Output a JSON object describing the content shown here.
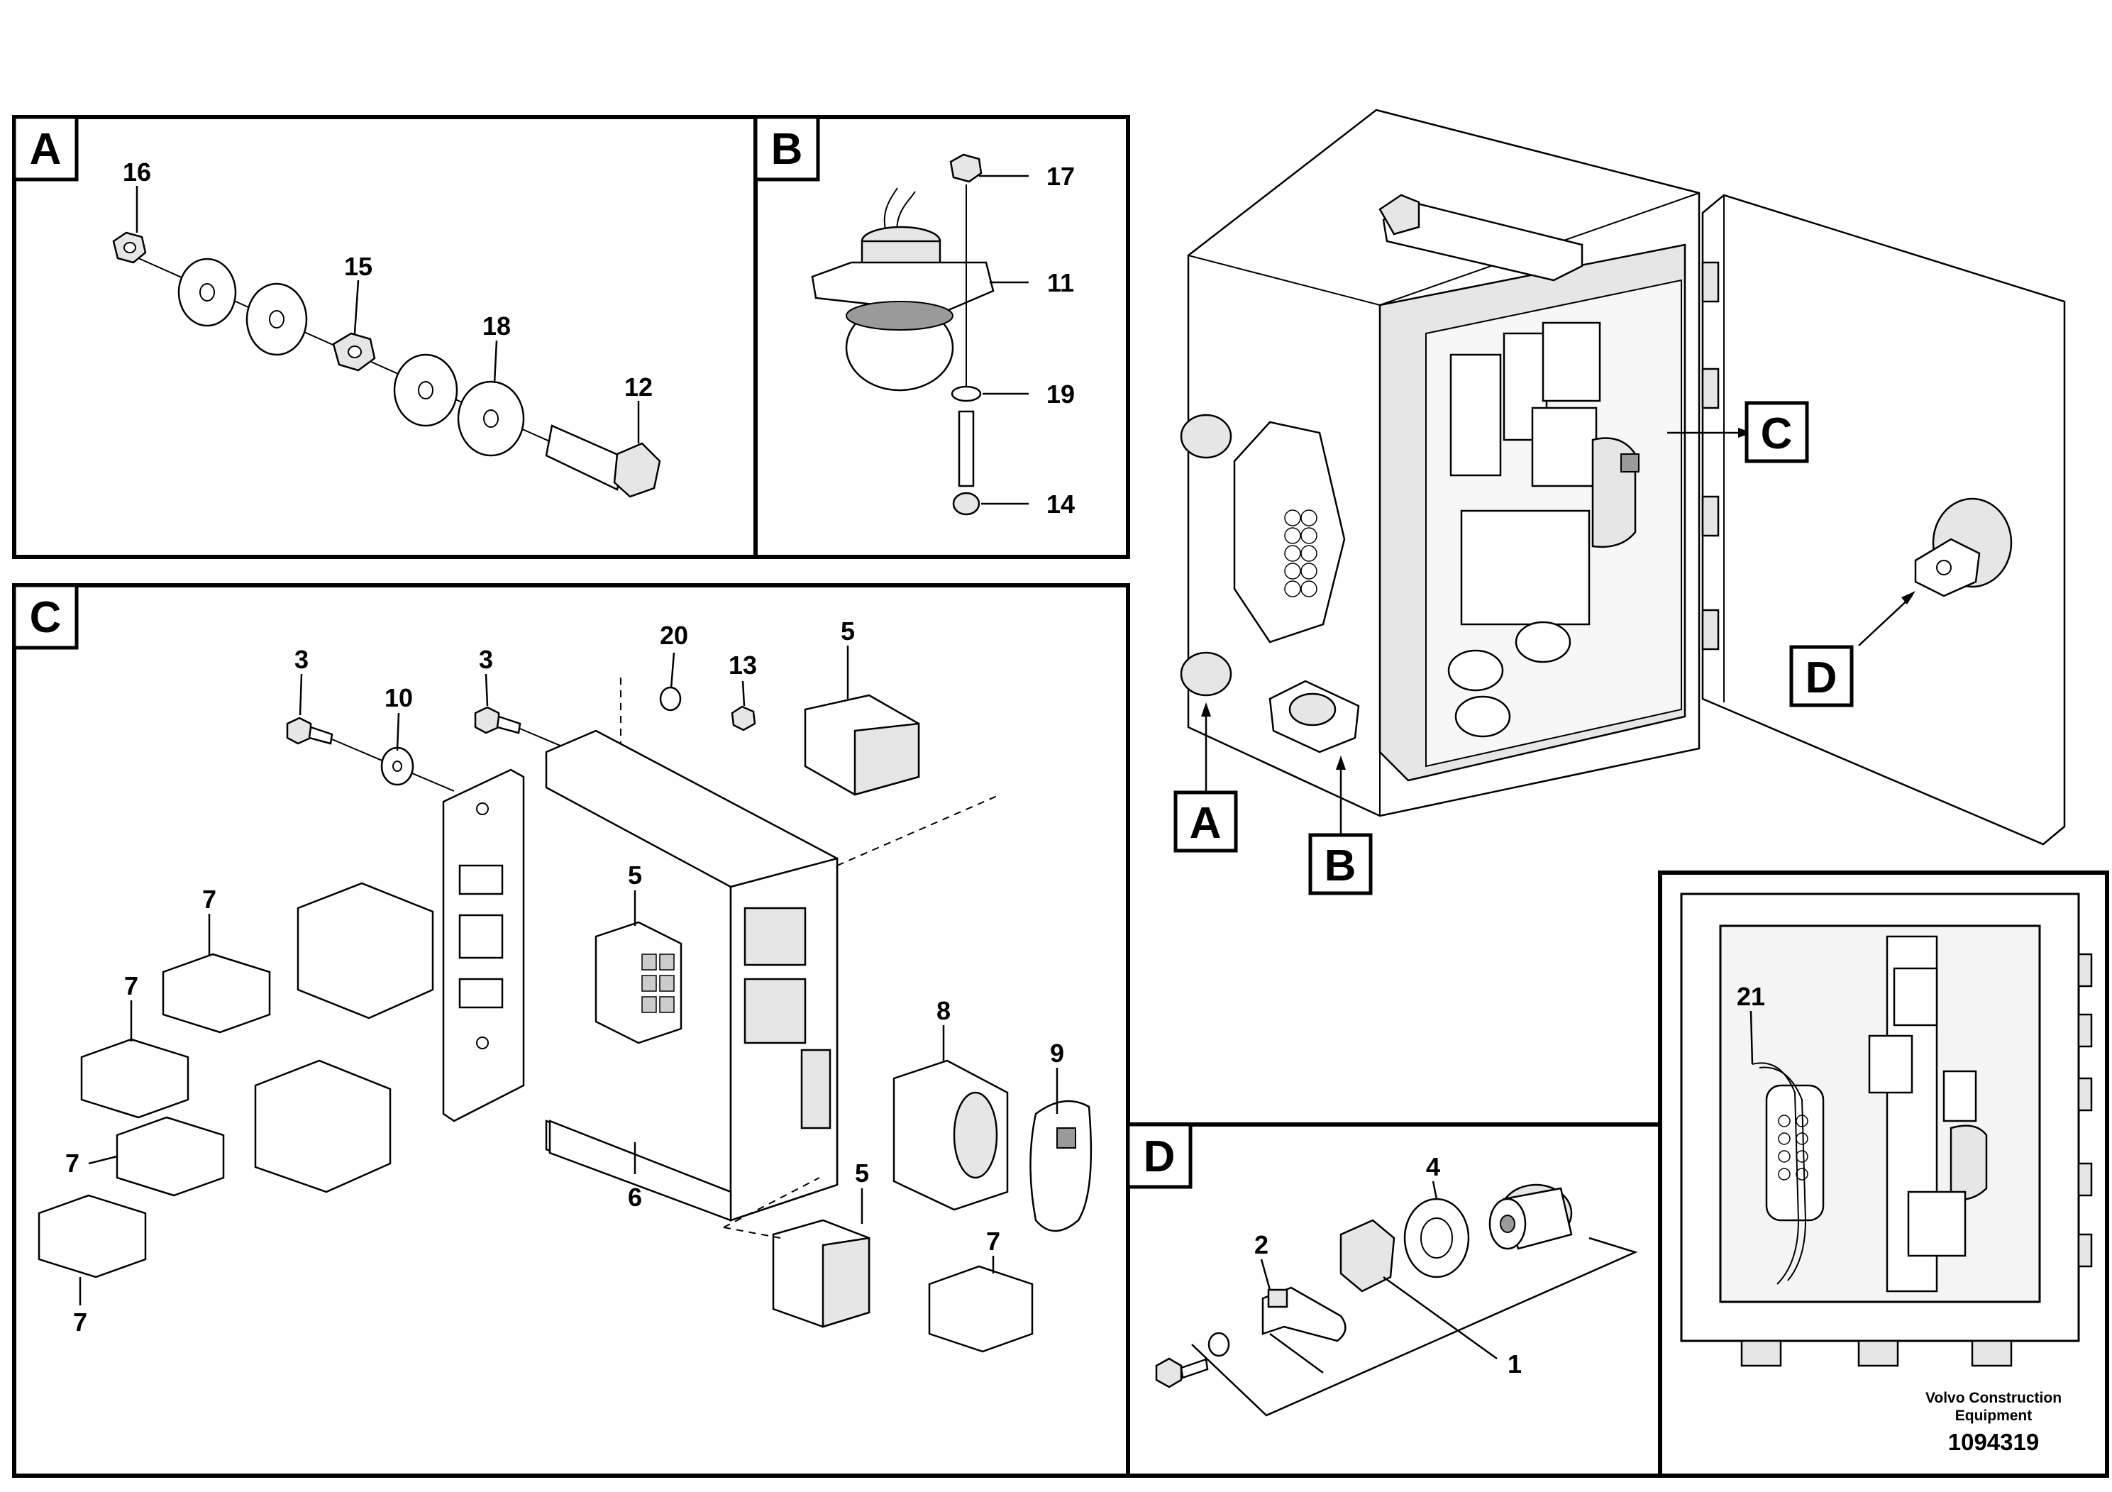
{
  "panels": {
    "a": {
      "letter": "A"
    },
    "b": {
      "letter": "B"
    },
    "c": {
      "letter": "C"
    },
    "d": {
      "letter": "D"
    }
  },
  "overview_callouts": {
    "a": "A",
    "b": "B",
    "c": "C",
    "d": "D"
  },
  "parts": {
    "p1": "1",
    "p2": "2",
    "p3": "3",
    "p4": "4",
    "p5": "5",
    "p6": "6",
    "p7": "7",
    "p9": "9",
    "p10": "10",
    "p11": "11",
    "p12": "12",
    "p13": "13",
    "p14": "14",
    "p15": "15",
    "p16": "16",
    "p17": "17",
    "p18": "18",
    "p19": "19",
    "p20": "20",
    "p21": "21",
    "p8": "8"
  },
  "footer": {
    "brand_line1": "Volvo Construction",
    "brand_line2": "Equipment",
    "drawing_number": "1094319"
  }
}
